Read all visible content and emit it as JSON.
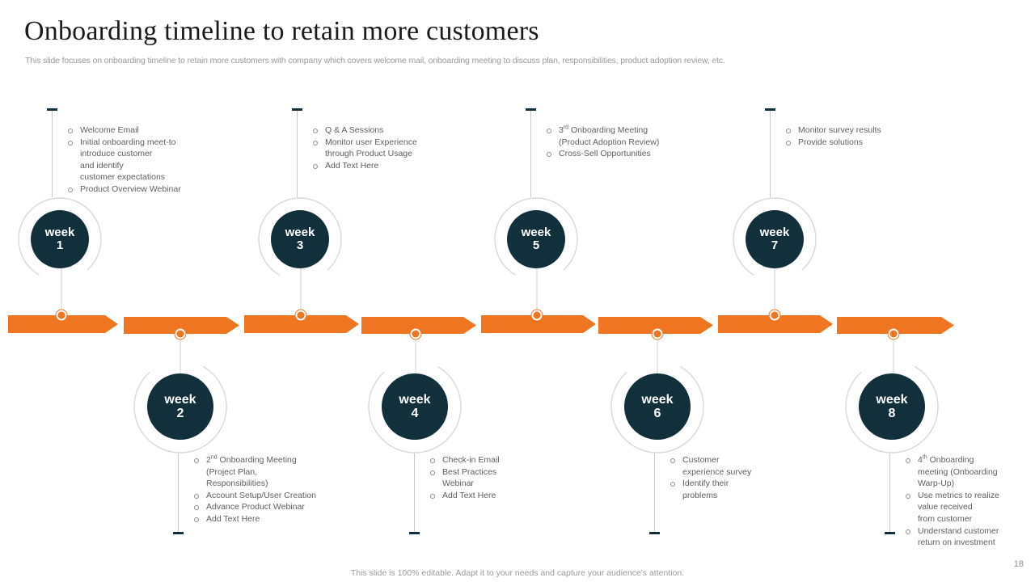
{
  "header": {
    "title": "Onboarding timeline to retain more customers",
    "subtitle": "This slide focuses on onboarding timeline to retain more customers with company which covers welcome mail, onboarding meeting to discuss plan, responsibilities, product adoption review, etc."
  },
  "colors": {
    "accent_orange": "#ef7521",
    "node_navy": "#12303c",
    "ring_gray": "#d8d8d8",
    "text_gray": "#5f5f5f",
    "muted_gray": "#9a9a9a"
  },
  "timeline": {
    "segment_count": 8,
    "nodes": [
      {
        "week_label": "week",
        "week_number": "1",
        "position": "top",
        "bullets": [
          "Welcome Email",
          "Initial onboarding meet-to\nintroduce customer\nand identify\ncustomer expectations",
          "Product Overview Webinar"
        ]
      },
      {
        "week_label": "week",
        "week_number": "2",
        "position": "bottom",
        "bullets": [
          "2nd Onboarding Meeting\n(Project Plan,\nResponsibilities)",
          "Account Setup/User Creation",
          "Advance Product Webinar",
          "Add Text Here"
        ]
      },
      {
        "week_label": "week",
        "week_number": "3",
        "position": "top",
        "bullets": [
          "Q & A Sessions",
          "Monitor user Experience\nthrough Product Usage",
          "Add Text Here"
        ]
      },
      {
        "week_label": "week",
        "week_number": "4",
        "position": "bottom",
        "bullets": [
          "Check-in Email",
          "Best Practices\nWebinar",
          "Add Text Here"
        ]
      },
      {
        "week_label": "week",
        "week_number": "5",
        "position": "top",
        "bullets": [
          "3rd Onboarding Meeting\n(Product Adoption Review)",
          "Cross-Sell Opportunities"
        ]
      },
      {
        "week_label": "week",
        "week_number": "6",
        "position": "bottom",
        "bullets": [
          "Customer\nexperience survey",
          "Identify their\nproblems"
        ]
      },
      {
        "week_label": "week",
        "week_number": "7",
        "position": "top",
        "bullets": [
          "Monitor survey results",
          "Provide solutions"
        ]
      },
      {
        "week_label": "week",
        "week_number": "8",
        "position": "bottom",
        "bullets": [
          "4th Onboarding\nmeeting (Onboarding\nWarp-Up)",
          "Use metrics to realize\nvalue received\nfrom customer",
          "Understand customer\nreturn on investment"
        ]
      }
    ]
  },
  "footer": {
    "note": "This slide is 100% editable. Adapt it to your needs and capture your audience's attention.",
    "page_number": "18"
  }
}
